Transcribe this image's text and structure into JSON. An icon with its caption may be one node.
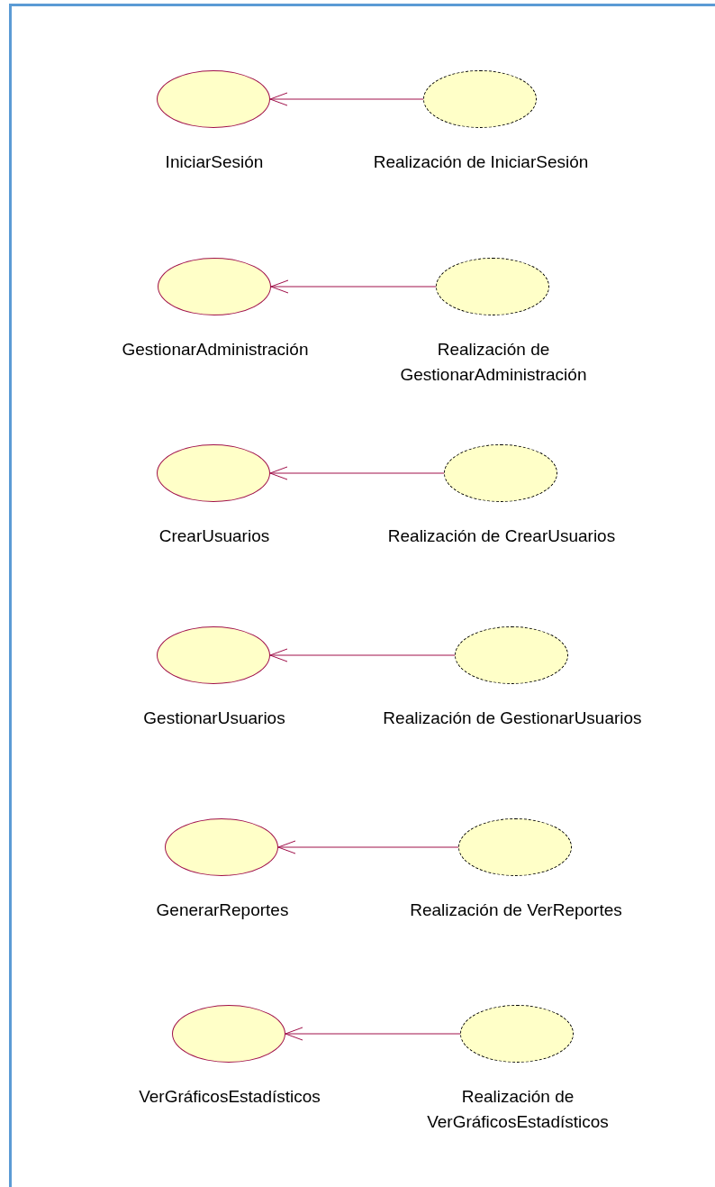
{
  "diagram": {
    "nodes": [
      {
        "text": [
          "IniciarSesión"
        ]
      },
      {
        "text": [
          "Realización de IniciarSesión"
        ]
      },
      {
        "text": [
          "GestionarAdministración"
        ]
      },
      {
        "text": [
          "Realización de GestionarAdministración"
        ]
      },
      {
        "text": [
          "CrearUsuarios"
        ]
      },
      {
        "text": [
          "Realización de CrearUsuarios"
        ]
      },
      {
        "text": [
          "GestionarUsuarios"
        ]
      },
      {
        "text": [
          "Realización de GestionarUsuarios"
        ]
      },
      {
        "text": [
          "GenerarReportes"
        ]
      },
      {
        "text": [
          "Realización de VerReportes"
        ]
      },
      {
        "text": [
          "VerGráficosEstadísticos"
        ]
      },
      {
        "text": [
          "Realización de VerGráficosEstadísticos"
        ]
      }
    ],
    "edges": [
      {
        "from": 1,
        "to": 0,
        "arrow": "to"
      },
      {
        "from": 3,
        "to": 2,
        "arrow": "to"
      },
      {
        "from": 5,
        "to": 4,
        "arrow": "to"
      },
      {
        "from": 7,
        "to": 6,
        "arrow": "to"
      },
      {
        "from": 9,
        "to": 8,
        "arrow": "to"
      },
      {
        "from": 11,
        "to": 10,
        "arrow": "to"
      }
    ]
  }
}
